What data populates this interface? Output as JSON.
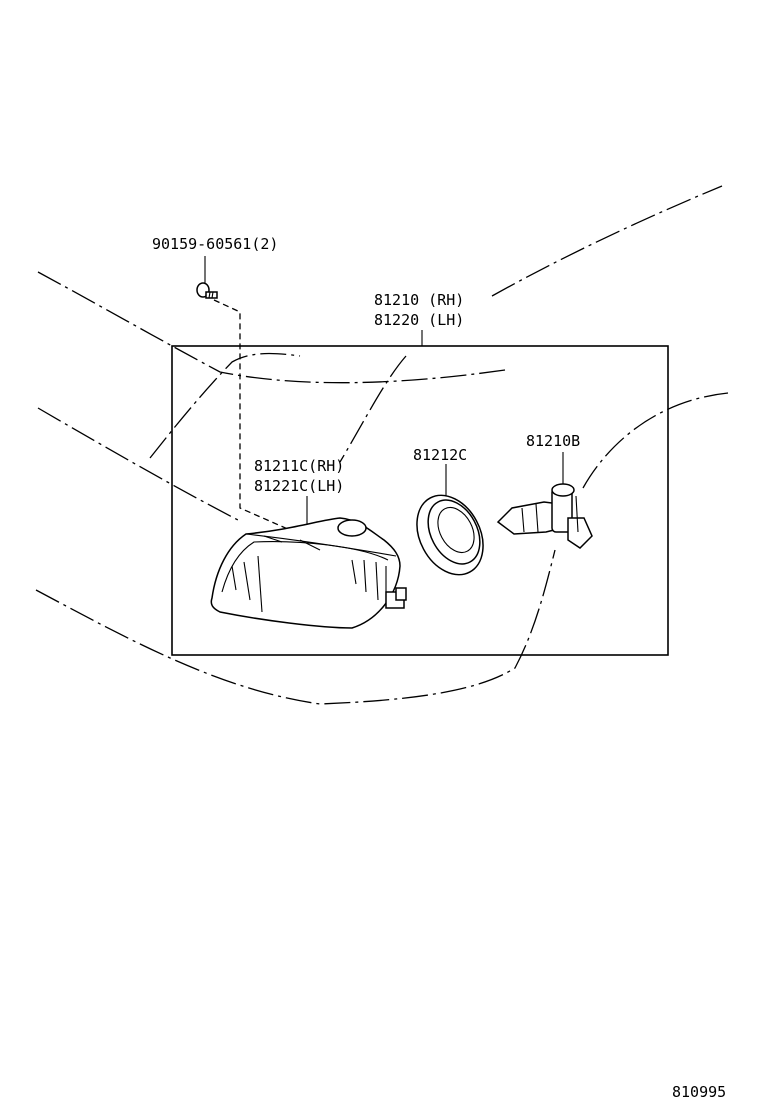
{
  "labels": {
    "bolt": "90159-60561(2)",
    "fog_lamp_rh": "81210 (RH)",
    "fog_lamp_lh": "81220 (LH)",
    "lens_rh": "81211C(RH)",
    "lens_lh": "81221C(LH)",
    "gasket": "81212C",
    "bulb": "81210B",
    "diagram_id": "810995"
  }
}
